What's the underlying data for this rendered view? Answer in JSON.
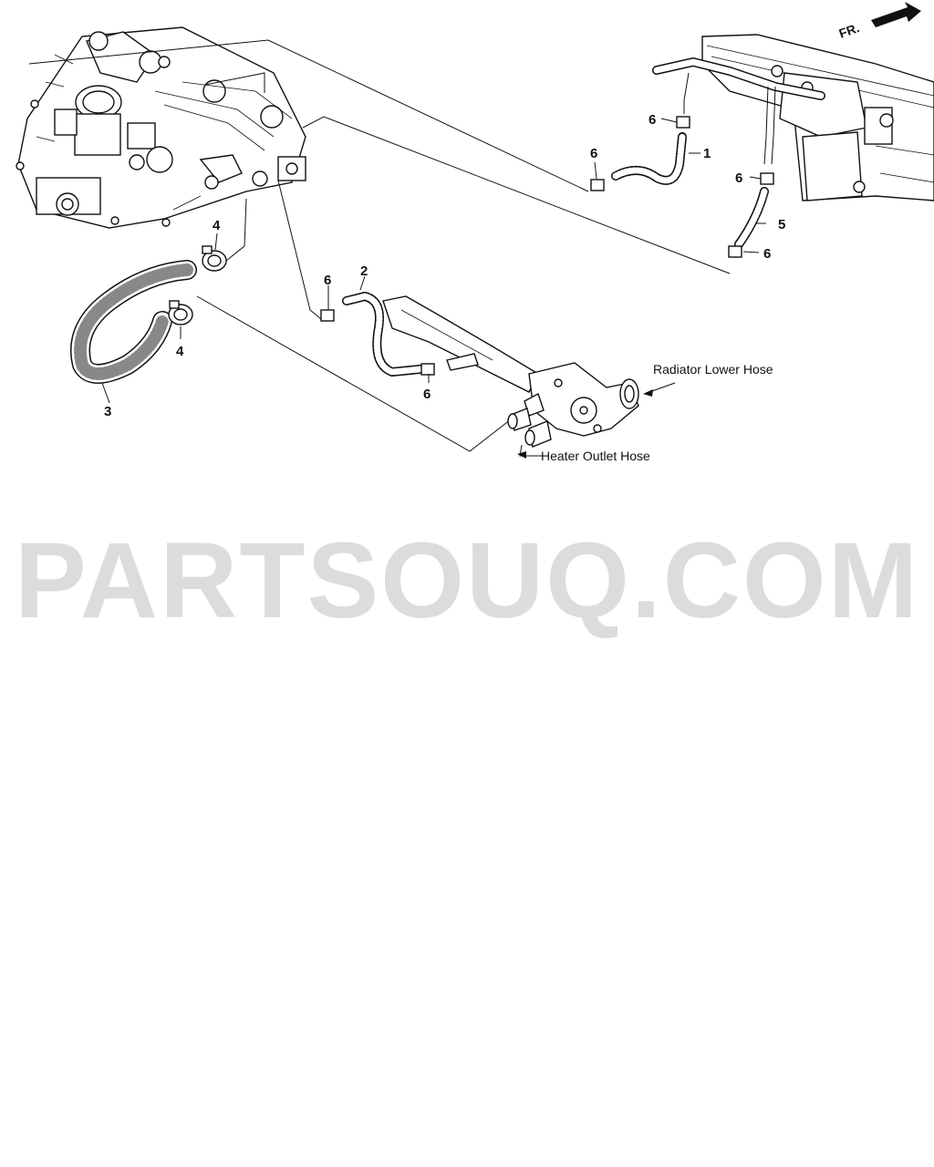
{
  "diagram": {
    "orientation_marker": "FR.",
    "callouts": {
      "c1": "1",
      "c2": "2",
      "c3": "3",
      "c4a": "4",
      "c4b": "4",
      "c5": "5",
      "c6a": "6",
      "c6b": "6",
      "c6c": "6",
      "c6d": "6",
      "c6e": "6",
      "c6f": "6"
    },
    "notes": {
      "radiator": "Radiator Lower Hose",
      "heater": "Heater Outlet Hose"
    }
  },
  "watermark": "PARTSOUQ.COM",
  "colors": {
    "line": "#111111",
    "watermark": "#dcdcdc",
    "background": "#ffffff"
  }
}
